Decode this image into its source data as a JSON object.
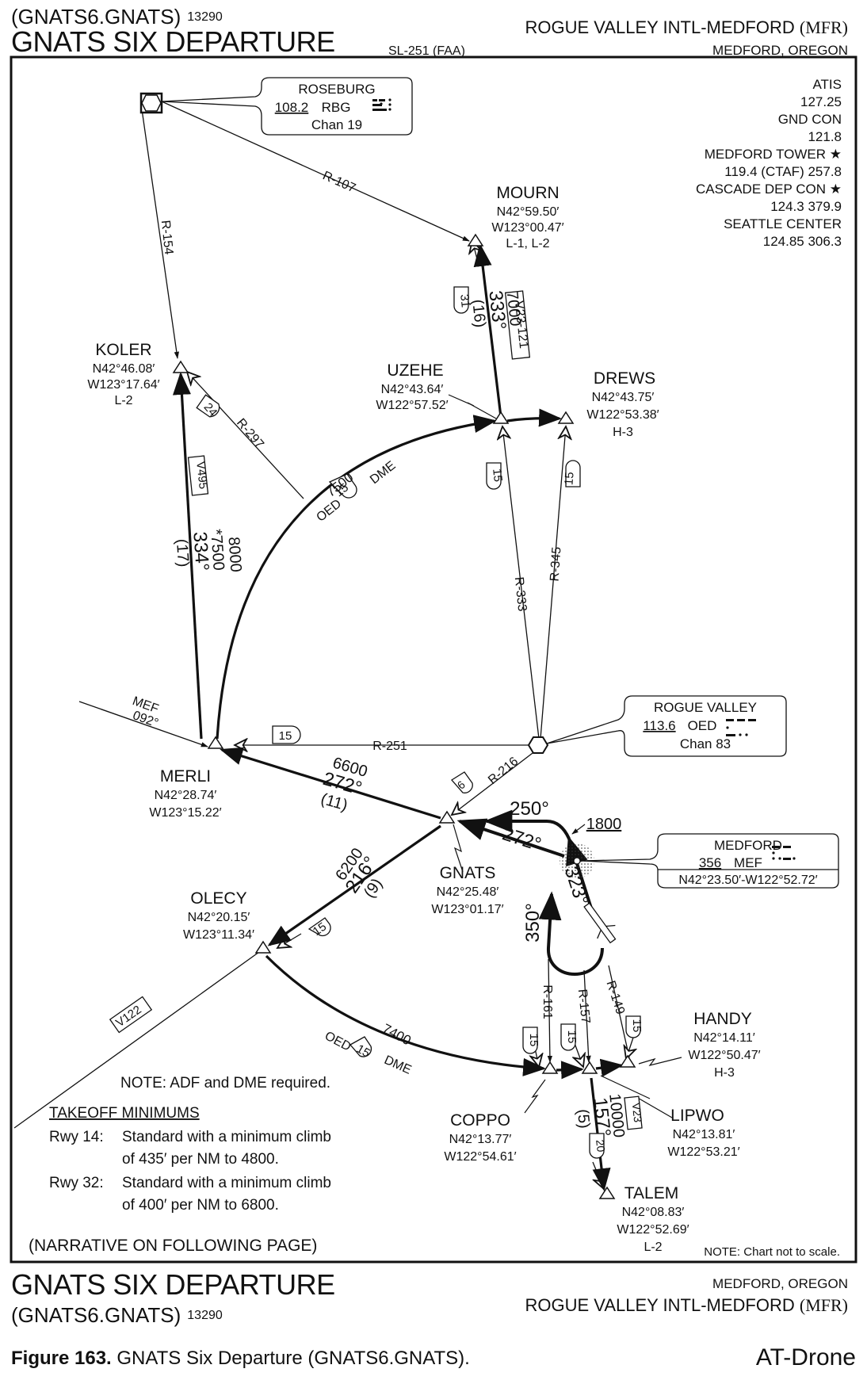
{
  "header": {
    "computer_code": "(GNATS6.GNATS)",
    "amendment_number": "13290",
    "procedure_title": "GNATS SIX DEPARTURE",
    "chart_reference": "SL-251 (FAA)",
    "airport_name": "ROGUE VALLEY INTL-MEDFORD",
    "airport_id": "(MFR)",
    "city_state": "MEDFORD, OREGON"
  },
  "communications": [
    {
      "label": "ATIS",
      "freq": "127.25"
    },
    {
      "label": "GND CON",
      "freq": "121.8"
    },
    {
      "label": "MEDFORD TOWER ★",
      "freq": "119.4 (CTAF)  257.8"
    },
    {
      "label": "CASCADE DEP CON ★",
      "freq": "124.3  379.9"
    },
    {
      "label": "SEATTLE CENTER",
      "freq": "124.85  306.3"
    }
  ],
  "navaids": {
    "roseburg": {
      "name": "ROSEBURG",
      "freq": "108.2",
      "ident": "RBG",
      "chan": "Chan 19",
      "icon": "vortac-icon"
    },
    "rogue_valley": {
      "name": "ROGUE VALLEY",
      "freq": "113.6",
      "ident": "OED",
      "chan": "Chan 83",
      "icon": "vortac-icon"
    },
    "medford": {
      "name": "MEDFORD",
      "freq": "356",
      "ident": "MEF",
      "coords": "N42°23.50′-W122°52.72′",
      "icon": "ndb-icon"
    }
  },
  "fixes": {
    "mourn": {
      "name": "MOURN",
      "lat": "N42°59.50′",
      "lon": "W123°00.47′",
      "chart": "L-1, L-2"
    },
    "koler": {
      "name": "KOLER",
      "lat": "N42°46.08′",
      "lon": "W123°17.64′",
      "chart": "L-2"
    },
    "uzehe": {
      "name": "UZEHE",
      "lat": "N42°43.64′",
      "lon": "W122°57.52′"
    },
    "drews": {
      "name": "DREWS",
      "lat": "N42°43.75′",
      "lon": "W122°53.38′",
      "chart": "H-3"
    },
    "merli": {
      "name": "MERLI",
      "lat": "N42°28.74′",
      "lon": "W123°15.22′"
    },
    "gnats": {
      "name": "GNATS",
      "lat": "N42°25.48′",
      "lon": "W123°01.17′"
    },
    "olecy": {
      "name": "OLECY",
      "lat": "N42°20.15′",
      "lon": "W123°11.34′"
    },
    "handy": {
      "name": "HANDY",
      "lat": "N42°14.11′",
      "lon": "W122°50.47′",
      "chart": "H-3"
    },
    "coppo": {
      "name": "COPPO",
      "lat": "N42°13.77′",
      "lon": "W122°54.61′"
    },
    "lipwo": {
      "name": "LIPWO",
      "lat": "N42°13.81′",
      "lon": "W122°53.21′"
    },
    "talem": {
      "name": "TALEM",
      "lat": "N42°08.83′",
      "lon": "W122°52.69′",
      "chart": "L-2"
    }
  },
  "routes": {
    "r107": "R-107",
    "r154": "R-154",
    "r297": "R-297",
    "r333": "R-333",
    "r345": "R-345",
    "r251": "R-251",
    "r216": "R-216",
    "r161": "R-161",
    "r157": "R-157",
    "r149": "R-149",
    "mef092_a": "MEF",
    "mef092_b": "092°",
    "v23_121": "V23-121",
    "v495": "V495",
    "v122": "V122",
    "v23": "V23",
    "mourn_leg": {
      "alt": "7000",
      "course": "333°",
      "dist": "(16)",
      "dme": "31"
    },
    "koler_leg": {
      "alt": "8000",
      "alt2": "*7500",
      "course": "334°",
      "dist": "(17)",
      "dme": "24"
    },
    "merli_leg": {
      "alt": "6600",
      "course": "272°",
      "dist": "(11)",
      "dme": "15"
    },
    "olecy_leg": {
      "alt": "6200",
      "course": "216°",
      "dist": "(9)",
      "dme": "15"
    },
    "talem_leg": {
      "alt": "10000",
      "course": "157°",
      "dist": "(5)",
      "dme": "20"
    },
    "arc_north": {
      "alt": "7500",
      "label_a": "OED",
      "dme": "15",
      "label_b": "DME"
    },
    "arc_south": {
      "alt": "7400",
      "label_a": "OED",
      "dme": "15",
      "label_b": "DME"
    },
    "gnats_dme": "6",
    "dme15": "15",
    "climb_250": "250°",
    "climb_272": "272°",
    "climb_323": "323°",
    "climb_350": "350°",
    "alt_1800": "1800"
  },
  "notes": {
    "adf_dme": "NOTE:  ADF and DME required.",
    "takeoff_title": "TAKEOFF MINIMUMS",
    "rwy14_label": "Rwy 14:",
    "rwy14_line1": "Standard with a minimum climb",
    "rwy14_line2": "of 435′ per NM to 4800.",
    "rwy32_label": "Rwy 32:",
    "rwy32_line1": "Standard with a minimum climb",
    "rwy32_line2": "of 400′ per NM to 6800.",
    "narrative": "(NARRATIVE ON FOLLOWING PAGE)",
    "scale": "NOTE: Chart not to scale."
  },
  "footer": {
    "figure_label": "Figure 163.",
    "figure_caption": "GNATS Six Departure (GNATS6.GNATS).",
    "brand": "AT-Drone"
  }
}
